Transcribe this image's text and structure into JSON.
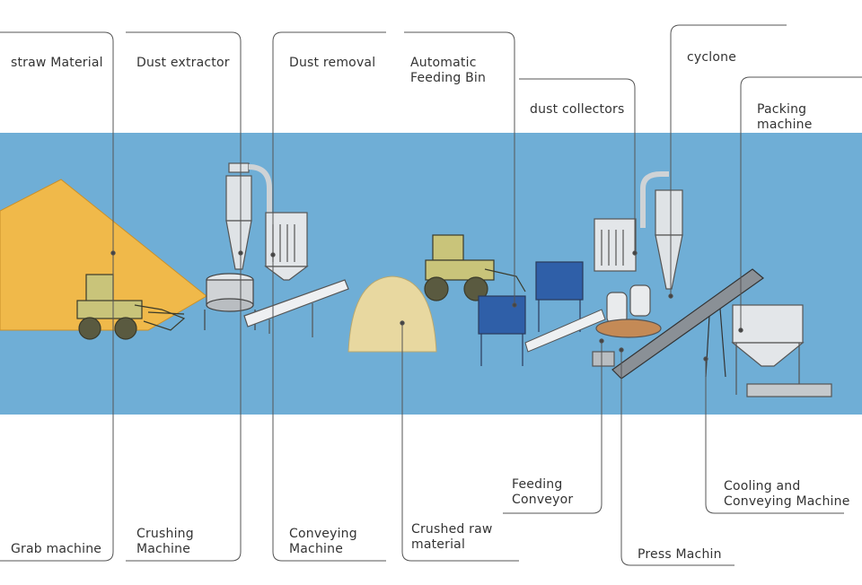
{
  "top_labels": {
    "straw": "straw Material",
    "dust_extractor": "Dust extractor",
    "dust_removal": "Dust removal",
    "feeding_bin": "Automatic\nFeeding Bin",
    "dust_collectors": "dust collectors",
    "cyclone": "cyclone",
    "packing": "Packing machine"
  },
  "bottom_labels": {
    "grab": "Grab machine",
    "crushing": "Crushing\nMachine",
    "conveying": "Conveying\nMachine",
    "crushed": "Crushed raw\nmaterial",
    "feeding_conveyor": "Feeding\nConveyor",
    "press": "Press Machin",
    "cooling": "Cooling and\nConveying Machine"
  },
  "colors": {
    "band": "#6faed6",
    "straw_pile": "#f0b94a",
    "machine_body": "#d9dde1",
    "machine_dark": "#4a4f55",
    "loader": "#c9c47a",
    "blue_cage": "#2f5fa8",
    "line": "#555555"
  }
}
